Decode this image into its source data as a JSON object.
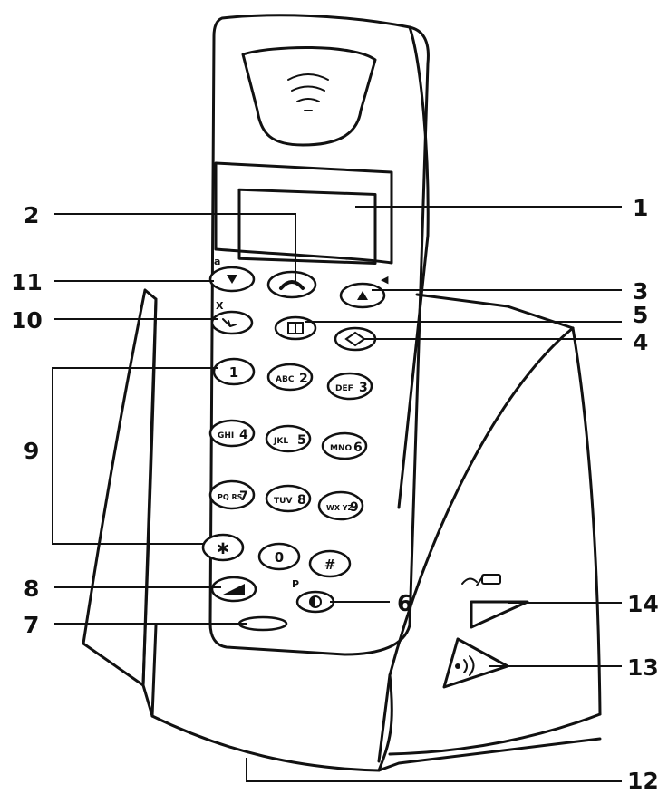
{
  "callouts": [
    "1",
    "2",
    "3",
    "4",
    "5",
    "6",
    "7",
    "8",
    "9",
    "10",
    "11",
    "12",
    "13",
    "14"
  ],
  "keypad": {
    "digits": [
      {
        "letters": "",
        "digit": "1"
      },
      {
        "letters": "ABC",
        "digit": "2"
      },
      {
        "letters": "DEF",
        "digit": "3"
      },
      {
        "letters": "GHI",
        "digit": "4"
      },
      {
        "letters": "JKL",
        "digit": "5"
      },
      {
        "letters": "MNO",
        "digit": "6"
      },
      {
        "letters": "PQ RS",
        "digit": "7"
      },
      {
        "letters": "TUV",
        "digit": "8"
      },
      {
        "letters": "WX YZ",
        "digit": "9"
      },
      {
        "letters": "",
        "digit": "✱"
      },
      {
        "letters": "",
        "digit": "0"
      },
      {
        "letters": "",
        "digit": "#"
      }
    ],
    "pause_label": "P",
    "mute_mark": "X"
  },
  "icons": {
    "earpiece": "earpiece-grille-icon",
    "down": "arrow-down-icon",
    "talk": "handset-talk-icon",
    "up": "arrow-up-icon",
    "redial": "redial-icon",
    "phonebook": "phonebook-icon",
    "intercom": "intercom-icon",
    "flash": "flash-icon",
    "pause": "pause-icon",
    "charge": "charge-led-icon",
    "page": "page-icon"
  }
}
